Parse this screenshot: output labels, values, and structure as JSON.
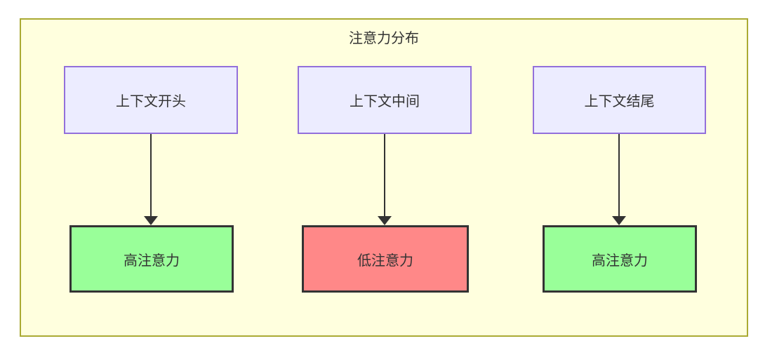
{
  "diagram": {
    "title": "注意力分布",
    "type": "flowchart",
    "columns": [
      {
        "source": "上下文开头",
        "result": "高注意力",
        "level": "high"
      },
      {
        "source": "上下文中间",
        "result": "低注意力",
        "level": "low"
      },
      {
        "source": "上下文结尾",
        "result": "高注意力",
        "level": "high"
      }
    ],
    "colors": {
      "container_bg": "#ffffde",
      "container_border": "#aaaa33",
      "source_node_bg": "#ececff",
      "source_node_border": "#9370db",
      "high_attention_bg": "#99ff99",
      "low_attention_bg": "#ff8888",
      "result_node_border": "#333333",
      "arrow": "#333333",
      "text": "#333333"
    }
  }
}
